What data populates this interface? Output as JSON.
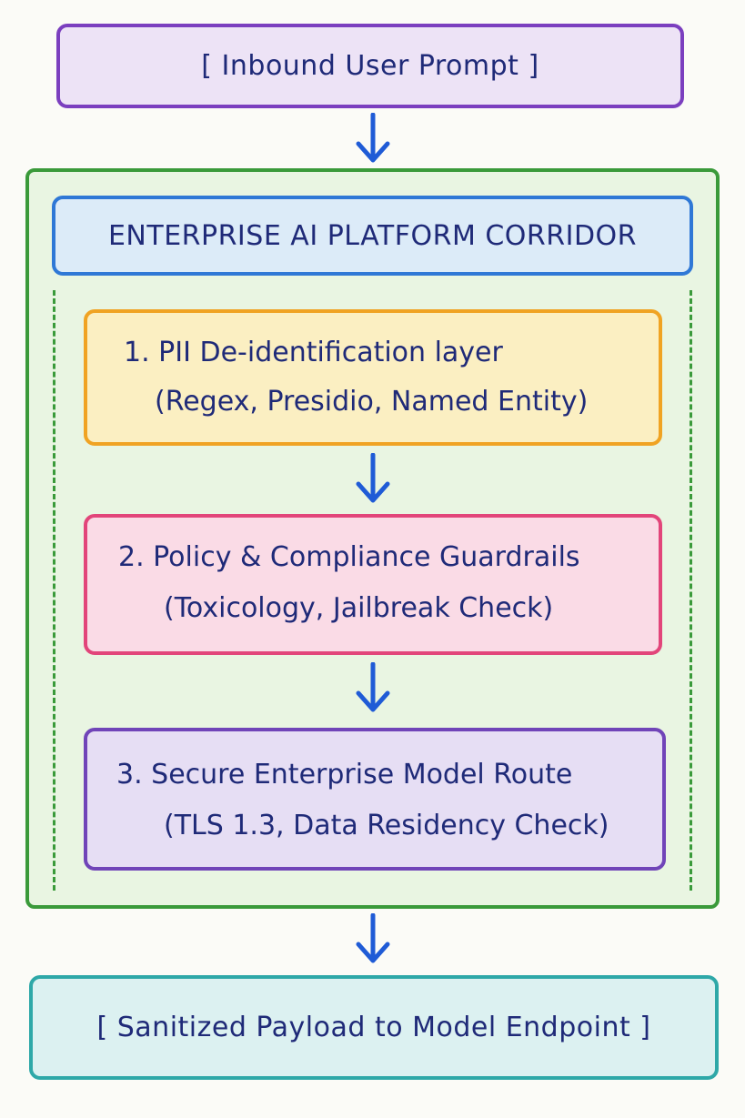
{
  "inbound": {
    "label": "[ Inbound User Prompt ]"
  },
  "corridor": {
    "title": "ENTERPRISE AI PLATFORM CORRIDOR",
    "steps": [
      {
        "line1": "1. PII De-identification layer",
        "line2": "(Regex, Presidio, Named Entity)"
      },
      {
        "line1": "2. Policy & Compliance Guardrails",
        "line2": "(Toxicology, Jailbreak Check)"
      },
      {
        "line1": "3. Secure Enterprise Model Route",
        "line2": "(TLS 1.3, Data Residency Check)"
      }
    ]
  },
  "output": {
    "label": "[ Sanitized Payload to Model Endpoint ]"
  },
  "colors": {
    "inbound_fill": "#ede3f6",
    "inbound_border": "#7b3fbf",
    "corridor_fill": "#e9f5e2",
    "corridor_border": "#3a9a3a",
    "title_fill": "#dcebf8",
    "title_border": "#2f78d6",
    "step1_fill": "#fbefc2",
    "step1_border": "#f0a323",
    "step2_fill": "#fadbe6",
    "step2_border": "#e2457a",
    "step3_fill": "#e6def4",
    "step3_border": "#7044b8",
    "output_fill": "#dcf1f1",
    "output_border": "#2ea8a8",
    "arrow": "#1f5bd6"
  },
  "icons": {
    "arrow": "arrow-down-icon"
  }
}
